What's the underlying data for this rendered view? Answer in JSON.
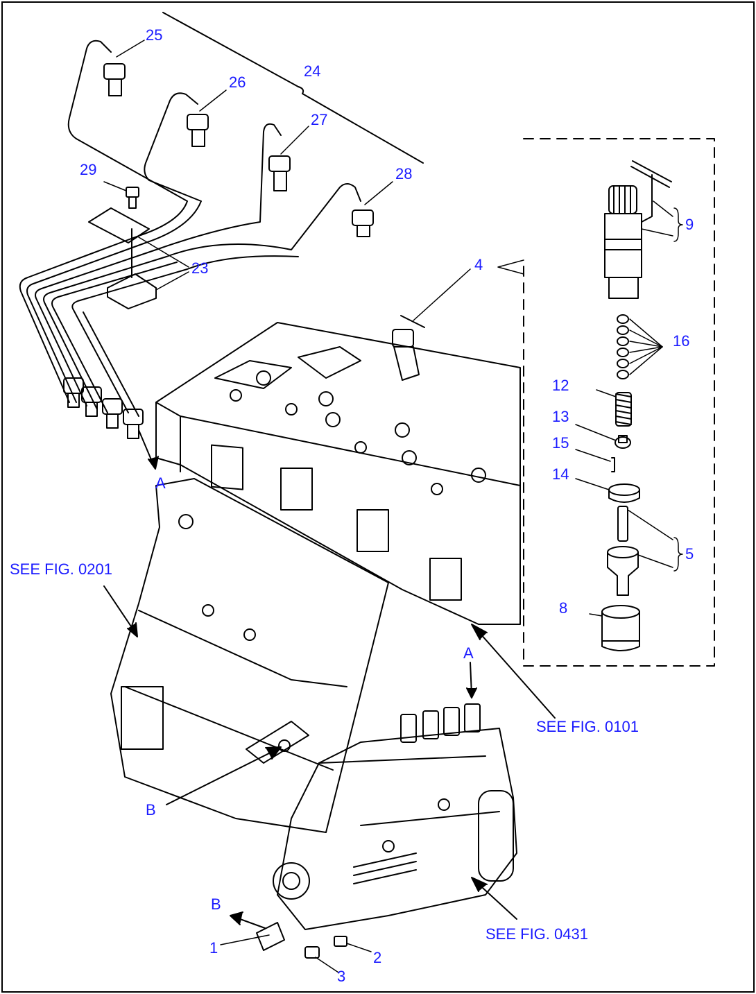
{
  "colors": {
    "callout": "#1a1aff",
    "line": "#000000",
    "background": "#ffffff"
  },
  "callouts": {
    "c1": "1",
    "c2": "2",
    "c3": "3",
    "c4": "4",
    "c5": "5",
    "c8": "8",
    "c9": "9",
    "c12": "12",
    "c13": "13",
    "c14": "14",
    "c15": "15",
    "c16": "16",
    "c23": "23",
    "c24": "24",
    "c25": "25",
    "c26": "26",
    "c27": "27",
    "c28": "28",
    "c29": "29"
  },
  "refs": {
    "a_top": "A",
    "a_pump": "A",
    "b_block": "B",
    "b_bracket": "B",
    "fig0201": "SEE FIG. 0201",
    "fig0101": "SEE FIG. 0101",
    "fig0431": "SEE FIG. 0431"
  }
}
